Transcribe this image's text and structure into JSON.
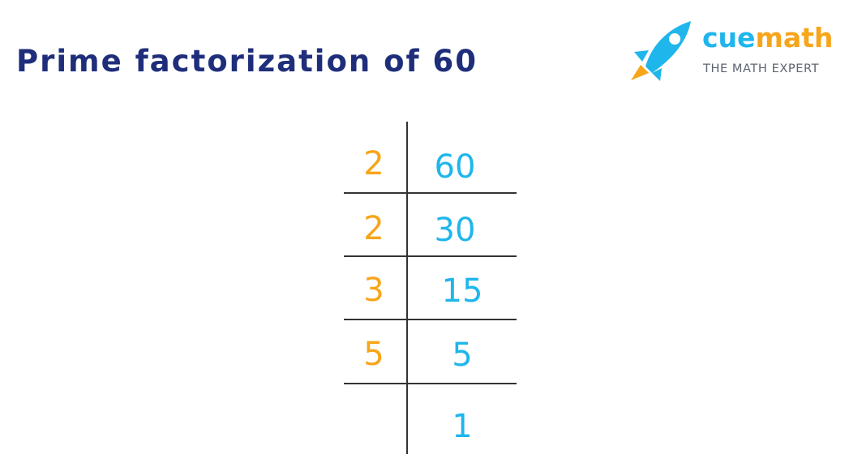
{
  "title": "Prime factorization of 60",
  "logo": {
    "brand_part1": "cue",
    "brand_part2": "math",
    "tagline": "THE MATH EXPERT",
    "colors": {
      "blue": "#1fb6ec",
      "orange": "#f7a51a",
      "gray": "#5d6470"
    }
  },
  "ladder": {
    "divisors": [
      "2",
      "2",
      "3",
      "5"
    ],
    "dividends": [
      "60",
      "30",
      "15",
      "5",
      "1"
    ]
  },
  "colors": {
    "title": "#1f2e7a",
    "divisor": "#f7a51a",
    "dividend": "#1fb6ec",
    "lines": "#333333"
  }
}
